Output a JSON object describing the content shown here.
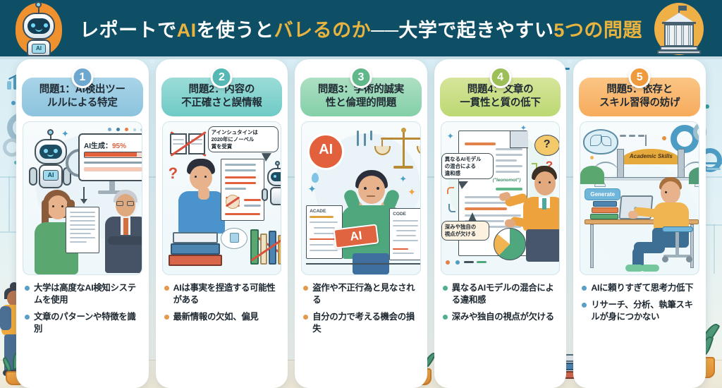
{
  "header": {
    "title_segments": [
      {
        "text": "レポートで",
        "highlight": false
      },
      {
        "text": "AI",
        "highlight": true
      },
      {
        "text": "を使うと",
        "highlight": false
      },
      {
        "text": "バレるのか",
        "highlight": true
      },
      {
        "text": "──大学で起きやすい",
        "highlight": false
      },
      {
        "text": "5つの問題",
        "highlight": true
      }
    ],
    "full_title": "レポートでAIを使うとバレるのか──大学で起きやすい5つの問題",
    "background_color": "#0e4f66",
    "highlight_color": "#e8b43f",
    "left_mascot": "robot-mascot-icon",
    "left_mascot_label": "AI",
    "right_mascot": "university-building-icon"
  },
  "cards": [
    {
      "number": "1",
      "badge_color": "#6fa8cf",
      "head_color_start": "#a9d4e8",
      "head_color_end": "#8cc3de",
      "bullet_dot_color": "#5b9ec6",
      "title": "問題1：AI検出ツールルによる特定",
      "title_lines": [
        "問題1：AI検出ツー",
        "ルルによる特定"
      ],
      "art": {
        "name": "ai-detection-illustration",
        "screen_label": "AI生成：95%",
        "screen_label_prefix": "AI生成：",
        "screen_value": "95%",
        "elements": [
          "robot",
          "magnifying-glass",
          "monitor",
          "progress-bar",
          "student-woman",
          "professor",
          "document"
        ]
      },
      "bullets": [
        "大学は高度なAI検知システムを使用",
        "文章のパターンや特徴を識別"
      ]
    },
    {
      "number": "2",
      "badge_color": "#56b8b4",
      "head_color_start": "#9bdcd8",
      "head_color_end": "#6fcac6",
      "bullet_dot_color": "#e39a4e",
      "title": "問題2：内容の不正確さと誤情報",
      "title_lines": [
        "問題2：内容の",
        "不正確さと誤情報"
      ],
      "art": {
        "name": "misinformation-illustration",
        "speech_bubble": "アインシュタインは2020年にノーベル賞を受賞",
        "speech_bubble_lines": [
          "アインシュタインは",
          "2020年にノーベル",
          "賞を受賞"
        ],
        "question_mark": "?",
        "elements": [
          "crossed-book",
          "thinking-man",
          "robot",
          "document",
          "book-stack",
          "crossed-bookshelf"
        ]
      },
      "bullets": [
        "AIは事実を捏造する可能性がある",
        "最新情報の欠如、偏見"
      ]
    },
    {
      "number": "3",
      "badge_color": "#5fb78a",
      "head_color_start": "#aee0c4",
      "head_color_end": "#83cfa8",
      "bullet_dot_color": "#e39a4e",
      "title": "問題3：学術的誠実性と倫理的問題",
      "title_lines": [
        "問題3：学術的誠実",
        "性と倫理的問題"
      ],
      "art": {
        "name": "academic-integrity-illustration",
        "ai_badge": "AI",
        "stamp_label": "AI",
        "doc_left_label": "ACADE",
        "doc_right_label": "CODE",
        "elements": [
          "ai-coin",
          "scales-of-justice",
          "stressed-student",
          "documents",
          "ai-stamp"
        ]
      },
      "bullets": [
        "盗作や不正行為と見なされる",
        "自分の力で考える機会の損失"
      ]
    },
    {
      "number": "4",
      "badge_color": "#9cbf57",
      "head_color_start": "#d6e59a",
      "head_color_end": "#bcd873",
      "bullet_dot_color": "#4fae8c",
      "title": "問題4：文章の一貫性と質の低下",
      "title_lines": [
        "問題4：文章の",
        "一貫性と質の低下"
      ],
      "art": {
        "name": "inconsistency-illustration",
        "bubble_top": "異なるAIモデルの混合による違和感",
        "bubble_top_lines": [
          "異なるAIモデル",
          "の混合による",
          "違和感"
        ],
        "bubble_bottom": "深みや独自の視点が欠ける",
        "bubble_bottom_lines": [
          "深みや独自の",
          "視点が欠ける"
        ],
        "highlight_text": "(\"Ieonomot\")",
        "question_marks": [
          "?",
          "?"
        ],
        "elements": [
          "document",
          "highlighted-lines",
          "pointing-man",
          "pie-chart",
          "question-bubble"
        ]
      },
      "bullets": [
        "異なるAIモデルの混合による違和感",
        "深みや独自の視点が欠ける"
      ]
    },
    {
      "number": "5",
      "badge_color": "#f09a3e",
      "head_color_start": "#fbc585",
      "head_color_end": "#f6a busy",
      "head_color_end2": "#f7ab5c",
      "bullet_dot_color": "#5b9ec6",
      "title": "問題5：依存とスキル習得の妨げ",
      "title_lines": [
        "問題5：依存と",
        "スキル習得の妨げ"
      ],
      "art": {
        "name": "skill-dependency-illustration",
        "bridge_banner": "Academic Skills",
        "generate_button": "Generate",
        "elements": [
          "brain",
          "gear",
          "broken-bridge",
          "student-at-laptop",
          "desk",
          "books"
        ]
      },
      "bullets": [
        "AIに頼りすぎて思考力低下",
        "リサーチ、分析、執筆スキルが身につかない"
      ]
    }
  ],
  "background": {
    "left_decor": [
      "bar-chart-icon",
      "gear-icon",
      "student-walking"
    ],
    "right_decor": [
      "gear-icon",
      "potted-plant",
      "bookshelf",
      "window"
    ],
    "base_color": "#e4f2f6"
  }
}
